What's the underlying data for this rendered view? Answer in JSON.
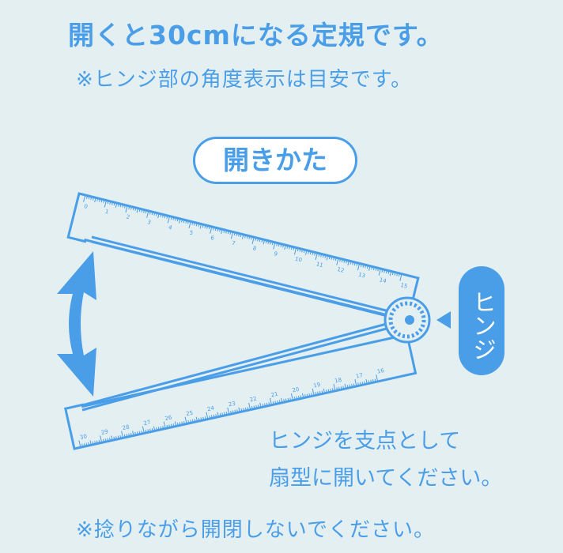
{
  "title": "開くと30cmになる定規です。",
  "note_angle": "※ヒンジ部の角度表示は目安です。",
  "howto_label": "開きかた",
  "hinge_label": "ヒンジ",
  "instruction": [
    "ヒンジを支点として",
    "扇型に開いてください。"
  ],
  "note_twist": "※捻りながら開閉しないでください。",
  "ruler_top_numbers": [
    "0",
    "1",
    "2",
    "3",
    "4",
    "5",
    "6",
    "7",
    "8",
    "9",
    "10",
    "11",
    "12",
    "13",
    "14",
    "15"
  ],
  "ruler_bottom_numbers": [
    "30",
    "29",
    "28",
    "27",
    "26",
    "25",
    "24",
    "23",
    "22",
    "21",
    "20",
    "19",
    "18",
    "17",
    "16"
  ],
  "colors": {
    "accent": "#4a9ee8",
    "background": "#e4eff1"
  }
}
